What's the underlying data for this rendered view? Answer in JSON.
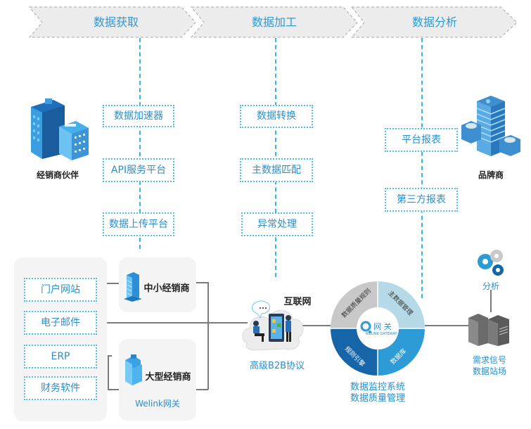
{
  "stages": [
    {
      "label": "数据获取"
    },
    {
      "label": "数据加工"
    },
    {
      "label": "数据分析"
    }
  ],
  "acquisition_steps": [
    "数据加速器",
    "API服务平台",
    "数据上传平台"
  ],
  "processing_steps": [
    "数据转换",
    "主数据匹配",
    "异常处理"
  ],
  "analysis_steps": [
    "平台报表",
    "第三方报表"
  ],
  "entities": {
    "partner": "经销商伙伴",
    "brand": "品牌商"
  },
  "sources": [
    "门户网站",
    "电子邮件",
    "ERP",
    "财务软件"
  ],
  "dealers": {
    "small": "中小经销商",
    "large": "大型经销商",
    "gateway": "Welink网关"
  },
  "internet": {
    "title": "互联网",
    "protocol": "高级B2B协议"
  },
  "ring": {
    "center_title": "网  关",
    "center_subtitle": "WELINK GATEWAY",
    "segments": [
      {
        "label": "数据质量规则",
        "color": "#c8c8c8"
      },
      {
        "label": "主数据管理",
        "color": "#b5d9e6"
      },
      {
        "label": "数据库",
        "color": "#2d9bd6"
      },
      {
        "label": "规则引擎",
        "color": "#1565a8"
      }
    ],
    "caption_line1": "数据监控系统",
    "caption_line2": "数据质量管理"
  },
  "analysis_node": {
    "label": "分析",
    "station_line1": "需求信号",
    "station_line2": "数据站场"
  },
  "colors": {
    "accent": "#2a9ad6",
    "dotted": "#4ec0ec",
    "connector": "#7a7a7a",
    "stage_bg": "#ececec"
  }
}
